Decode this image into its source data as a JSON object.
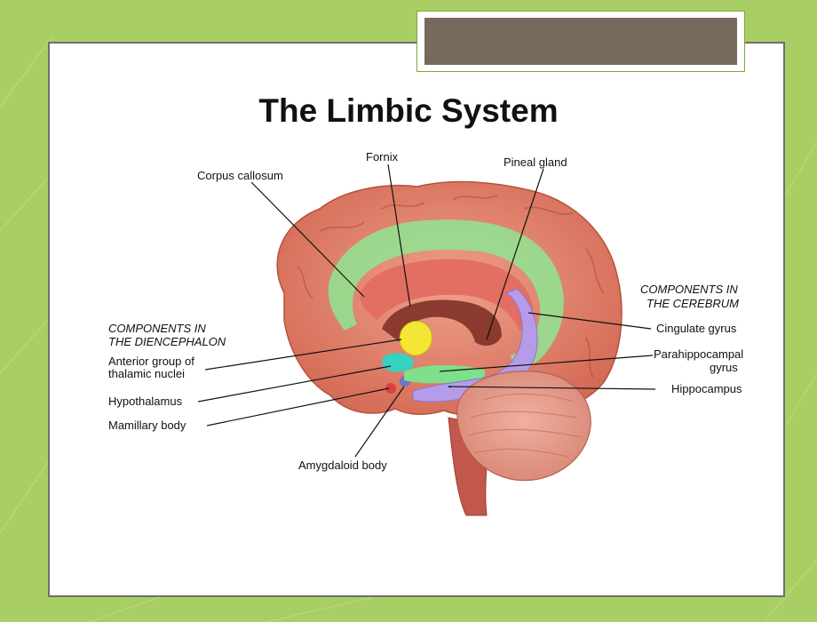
{
  "title": "The Limbic System",
  "categories": {
    "diencephalon": [
      "COMPONENTS IN",
      "THE DIENCEPHALON"
    ],
    "cerebrum": [
      "COMPONENTS IN",
      "THE CEREBRUM"
    ]
  },
  "labels": {
    "corpus_callosum": "Corpus callosum",
    "fornix": "Fornix",
    "pineal_gland": "Pineal gland",
    "cingulate_gyrus": "Cingulate gyrus",
    "parahippocampal_gyrus": [
      "Parahippocampal",
      "gyrus"
    ],
    "hippocampus": "Hippocampus",
    "anterior_thalamic": [
      "Anterior group of",
      "thalamic nuclei"
    ],
    "hypothalamus": "Hypothalamus",
    "mamillary_body": "Mamillary body",
    "amygdaloid_body": "Amygdaloid body"
  },
  "colors": {
    "background": "#a9cf64",
    "title_bar": "#766a5c",
    "cerebrum": "#e0806a",
    "cingulate": "#7ee08a",
    "hippocampus": "#b59be8",
    "thalamus": "#f2e33a",
    "hypothalamus": "#38d3c4"
  }
}
